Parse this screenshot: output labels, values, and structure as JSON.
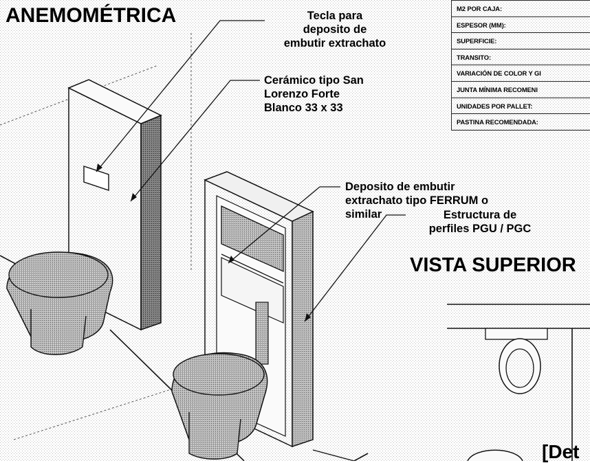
{
  "headings": {
    "isometric": "ANEMOMÉTRICA",
    "top_view": "VISTA SUPERIOR",
    "detail_partial": "[Det"
  },
  "callouts": [
    {
      "id": "flush-key",
      "lines": [
        "Tecla para",
        "deposito de",
        "embutir extrachato"
      ]
    },
    {
      "id": "ceramic",
      "lines": [
        "Cerámico tipo San",
        "Lorenzo Forte",
        "Blanco 33 x 33"
      ]
    },
    {
      "id": "cistern",
      "lines": [
        "Deposito de embutir",
        "extrachato tipo FERRUM o",
        "similar"
      ]
    },
    {
      "id": "frame",
      "lines": [
        "Estructura de",
        "perfiles PGU / PGC"
      ]
    }
  ],
  "spec_table": {
    "rows": [
      "M2 POR CAJA:",
      "ESPESOR (MM):",
      "SUPERFICIE:",
      "TRANSITO:",
      "VARIACIÓN DE COLOR Y GI",
      "JUNTA MÍNIMA RECOMENI",
      "UNIDADES POR PALLET:",
      "PASTINA RECOMENDADA:"
    ]
  },
  "colors": {
    "ink": "#000000",
    "line": "#111111",
    "hatch": "#9a9a9a",
    "paper": "#ffffff"
  }
}
